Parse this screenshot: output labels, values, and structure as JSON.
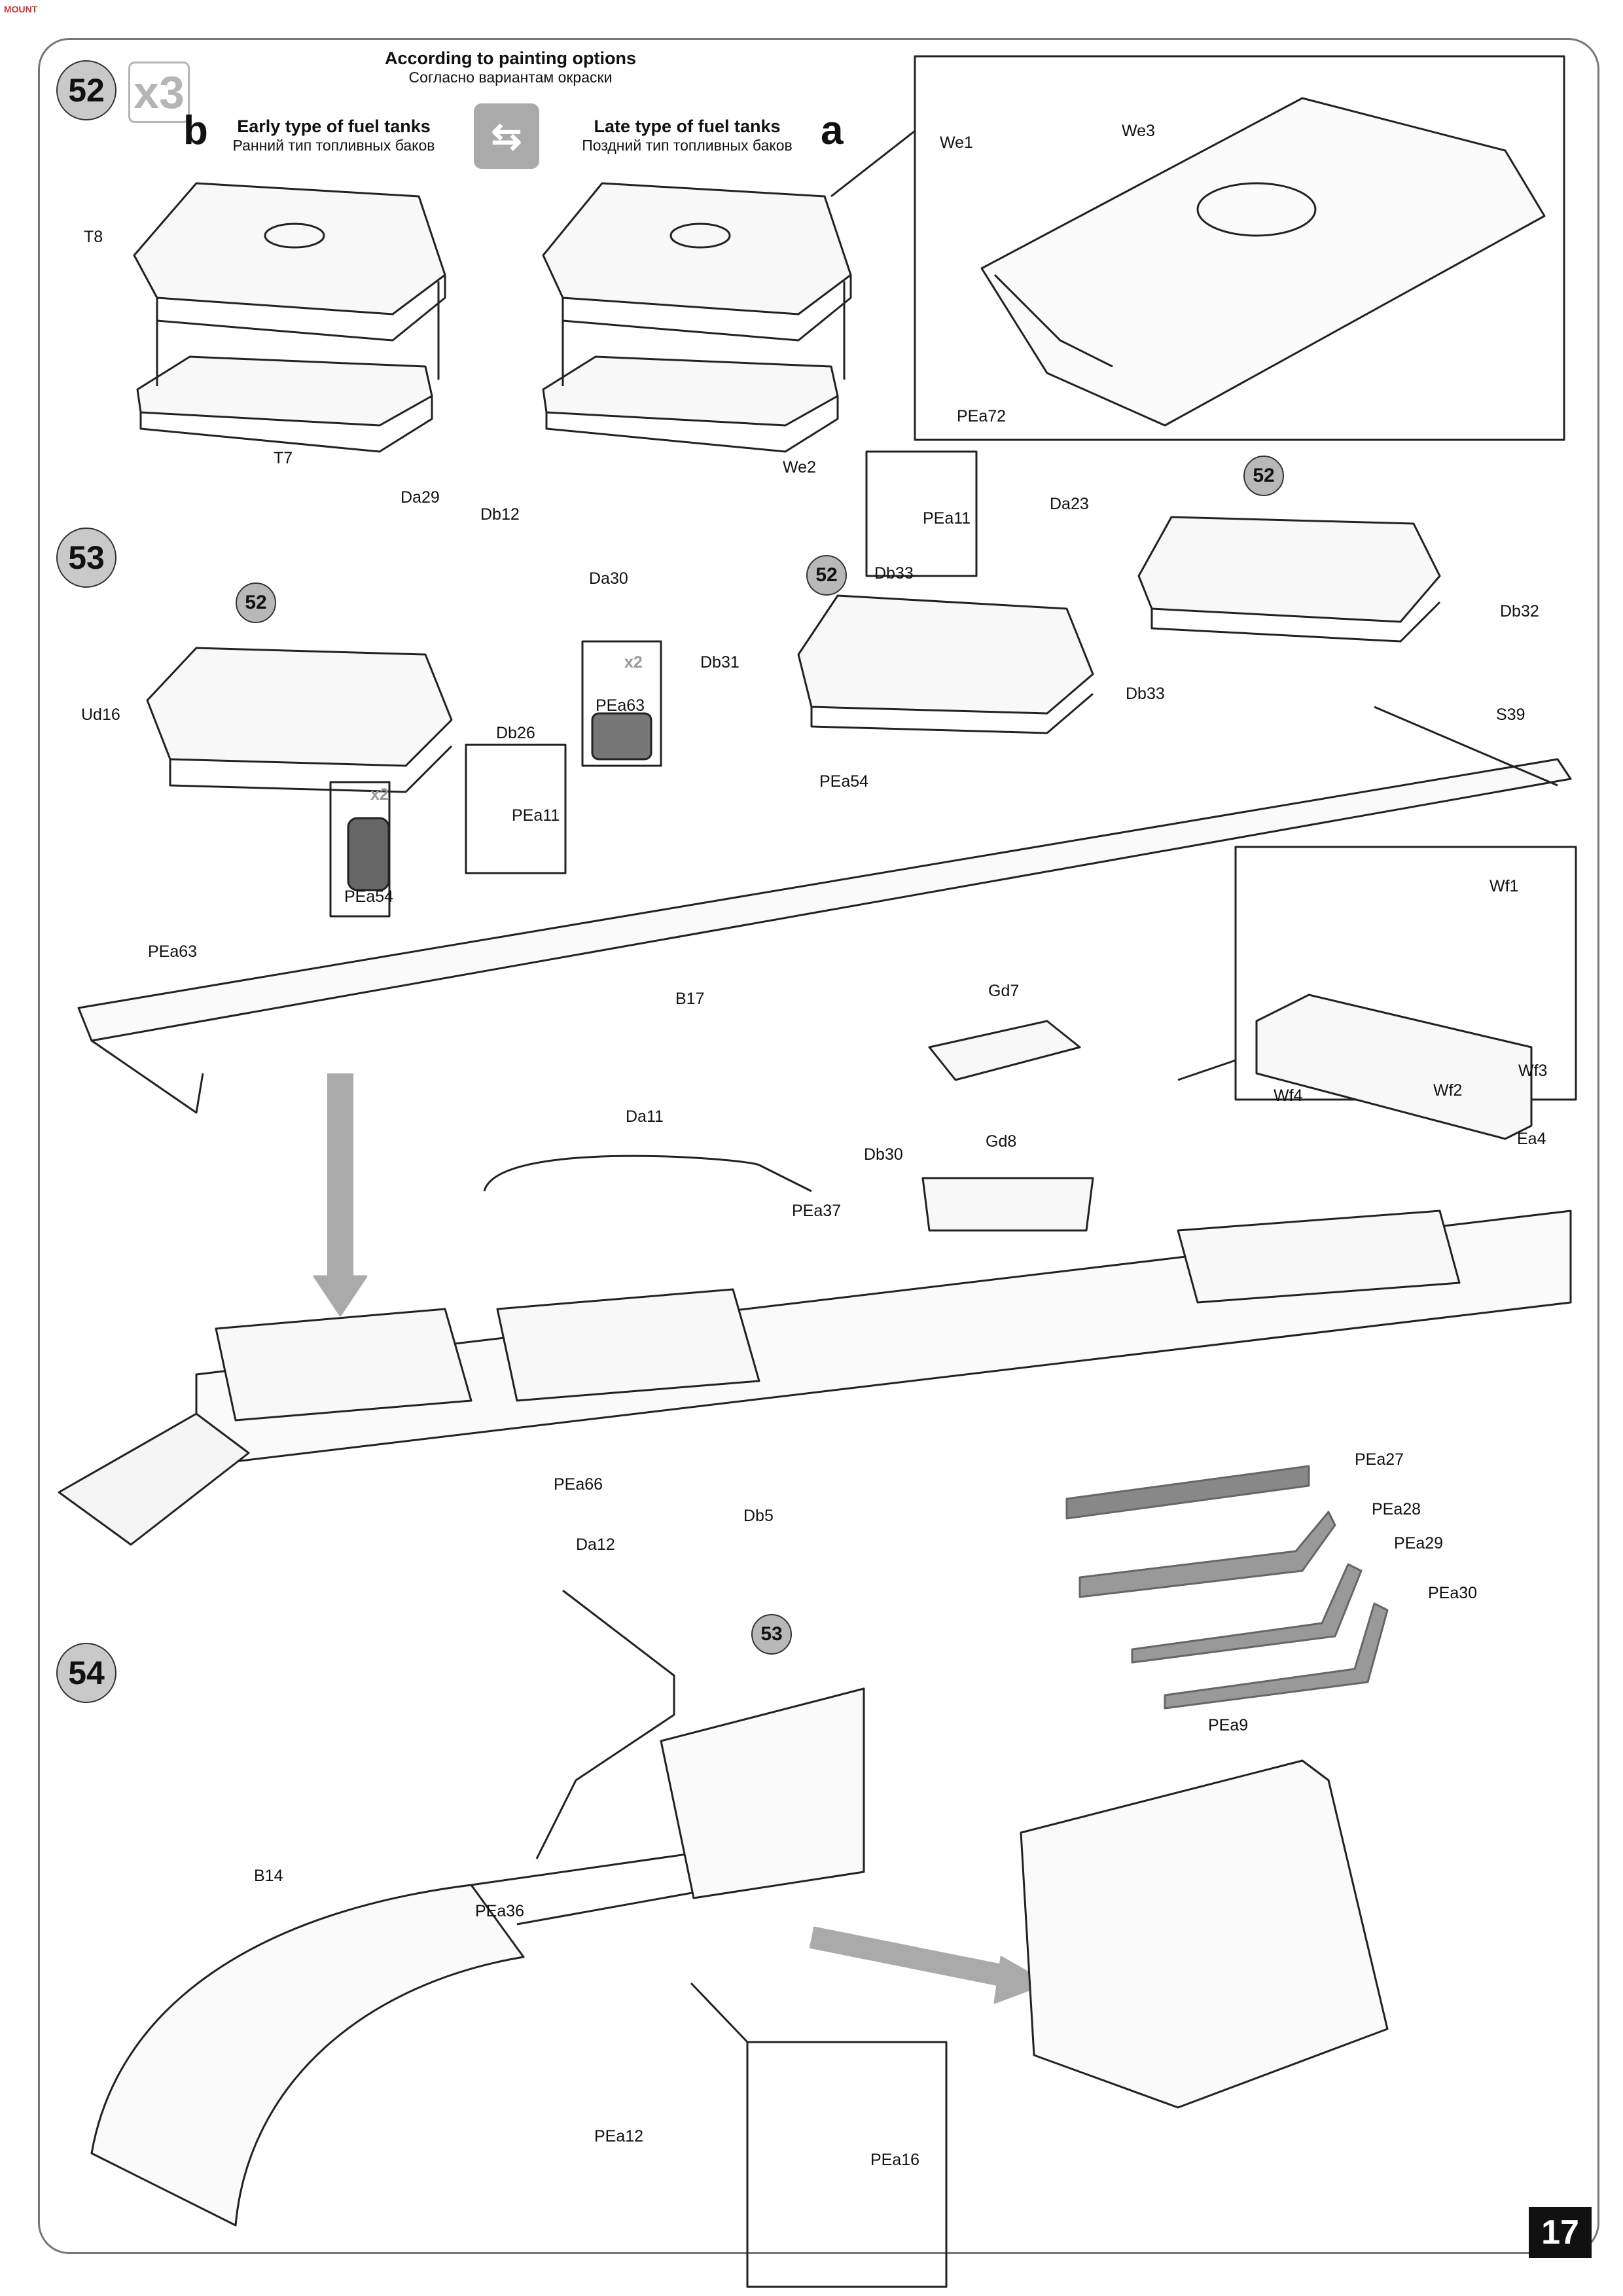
{
  "corner_logo": "MOUNT",
  "page_number": "17",
  "step52": {
    "number": "52",
    "quantity": "x3",
    "header_en": "According to painting options",
    "header_ru": "Согласно вариантам окраски",
    "option_b": {
      "letter": "b",
      "title_en": "Early type of fuel tanks",
      "title_ru": "Ранний тип топливных баков"
    },
    "option_a": {
      "letter": "a",
      "title_en": "Late type of fuel tanks",
      "title_ru": "Поздний тип топливных баков"
    },
    "parts": [
      "T8",
      "T7",
      "We2",
      "We1",
      "We3",
      "PEa72"
    ]
  },
  "step53": {
    "number": "53",
    "refs": [
      "52",
      "52",
      "52"
    ],
    "parts": [
      "Da29",
      "Db12",
      "Da30",
      "Da23",
      "Db32",
      "Ud16",
      "Db26",
      "PEa63",
      "Db31",
      "Db33",
      "S39",
      "PEa54",
      "PEa11",
      "B17",
      "Wf1",
      "Wf2",
      "Wf3",
      "Wf4",
      "Gd7",
      "Gd8",
      "Da11",
      "Db30",
      "PEa37",
      "Ea4"
    ],
    "x2": "x2"
  },
  "step54": {
    "number": "54",
    "refs": [
      "53"
    ],
    "parts": [
      "PEa66",
      "Db5",
      "Da12",
      "B14",
      "PEa36",
      "PEa12",
      "PEa16",
      "PEa27",
      "PEa28",
      "PEa29",
      "PEa30",
      "PEa9"
    ]
  }
}
